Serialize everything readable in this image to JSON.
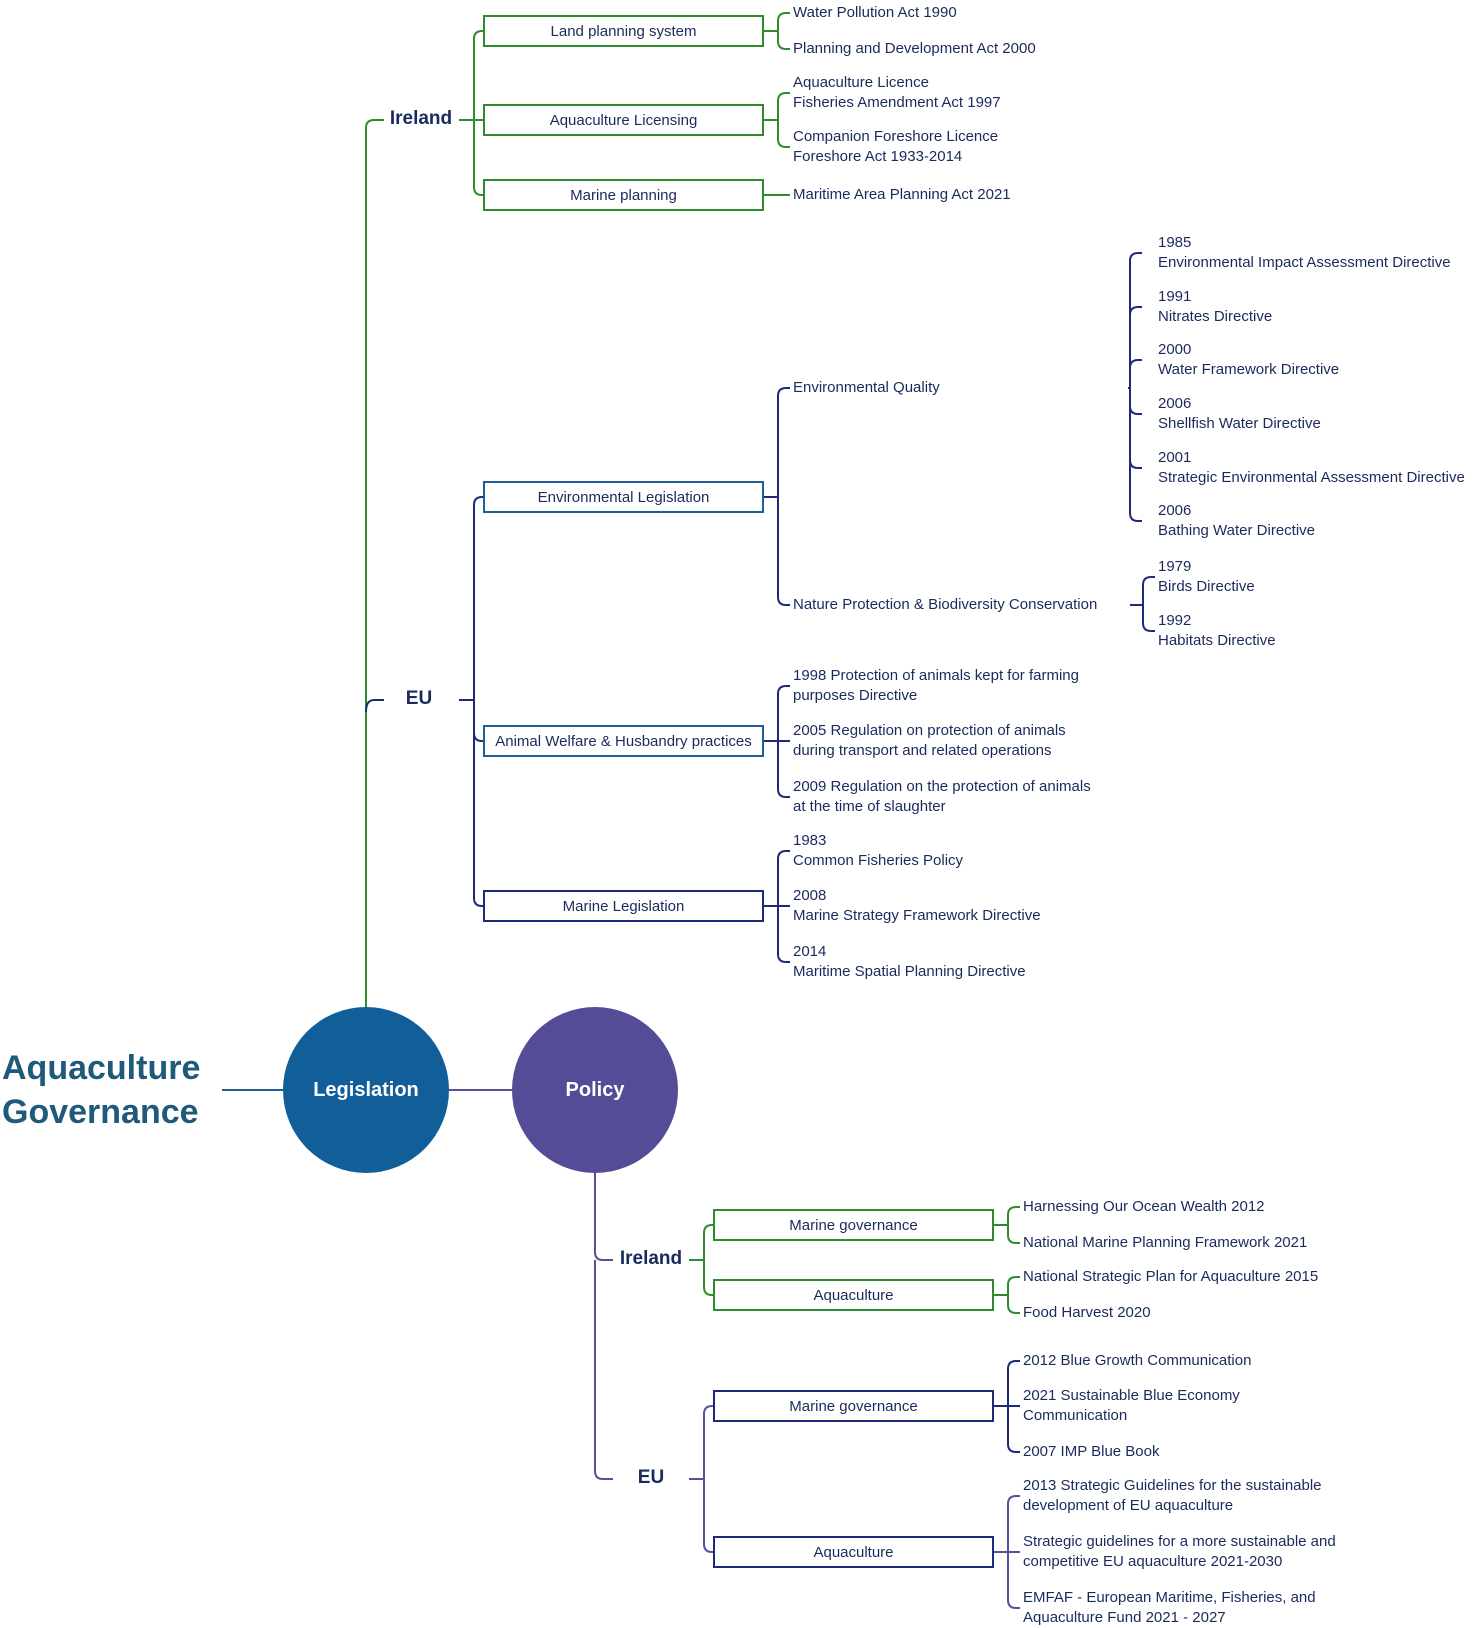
{
  "title": [
    "Aquaculture",
    "Governance"
  ],
  "colors": {
    "green": "#2e8b2e",
    "blue": "#1f5f96",
    "navy": "#1e2a78",
    "purple": "#5a4f9a",
    "legislation_circle": "#115e99",
    "policy_circle": "#544c97"
  },
  "legislation": {
    "label": "Legislation",
    "ireland": {
      "label": "Ireland",
      "categories": [
        {
          "label": "Land planning system",
          "items": [
            "Water Pollution Act 1990",
            "Planning and Development Act 2000"
          ]
        },
        {
          "label": "Aquaculture Licensing",
          "items": [
            [
              "Aquaculture Licence",
              "Fisheries Amendment Act 1997"
            ],
            [
              "Companion Foreshore Licence",
              "Foreshore Act 1933-2014"
            ]
          ]
        },
        {
          "label": "Marine planning",
          "items": [
            "Maritime Area Planning Act 2021"
          ]
        }
      ]
    },
    "eu": {
      "label": "EU",
      "categories": [
        {
          "label": "Environmental Legislation",
          "subcategories": [
            {
              "label": "Environmental Quality",
              "items": [
                [
                  "1985",
                  "Environmental Impact Assessment Directive"
                ],
                [
                  "1991",
                  "Nitrates Directive"
                ],
                [
                  "2000",
                  "Water Framework Directive"
                ],
                [
                  "2006",
                  "Shellfish Water Directive"
                ],
                [
                  "2001",
                  "Strategic Environmental Assessment Directive"
                ],
                [
                  "2006",
                  "Bathing Water Directive"
                ]
              ]
            },
            {
              "label": "Nature Protection & Biodiversity Conservation",
              "items": [
                [
                  "1979",
                  "Birds Directive"
                ],
                [
                  "1992",
                  "Habitats Directive"
                ]
              ]
            }
          ]
        },
        {
          "label": "Animal Welfare & Husbandry practices",
          "items": [
            [
              "1998 Protection of animals kept for farming",
              "purposes Directive"
            ],
            [
              "2005 Regulation on protection of animals",
              "during transport and related operations"
            ],
            [
              "2009 Regulation on the protection of animals",
              "at the time of slaughter"
            ]
          ]
        },
        {
          "label": "Marine Legislation",
          "items": [
            [
              "1983",
              "Common Fisheries Policy"
            ],
            [
              "2008",
              "Marine Strategy Framework Directive"
            ],
            [
              "2014",
              "Maritime Spatial Planning Directive"
            ]
          ]
        }
      ]
    }
  },
  "policy": {
    "label": "Policy",
    "ireland": {
      "label": "Ireland",
      "categories": [
        {
          "label": "Marine governance",
          "items": [
            "Harnessing Our Ocean Wealth 2012",
            "National Marine Planning Framework 2021"
          ]
        },
        {
          "label": "Aquaculture",
          "items": [
            "National Strategic Plan for Aquaculture 2015",
            "Food Harvest 2020"
          ]
        }
      ]
    },
    "eu": {
      "label": "EU",
      "categories": [
        {
          "label": "Marine governance",
          "items": [
            "2012 Blue Growth Communication",
            [
              "2021 Sustainable Blue Economy",
              "Communication"
            ],
            "2007 IMP Blue Book"
          ]
        },
        {
          "label": "Aquaculture",
          "items": [
            [
              "2013 Strategic Guidelines for the sustainable",
              "development of EU aquaculture"
            ],
            [
              "Strategic guidelines for a more sustainable and",
              "competitive EU aquaculture 2021-2030"
            ],
            [
              "EMFAF - European Maritime, Fisheries, and",
              "Aquaculture Fund 2021 - 2027"
            ]
          ]
        }
      ]
    }
  }
}
